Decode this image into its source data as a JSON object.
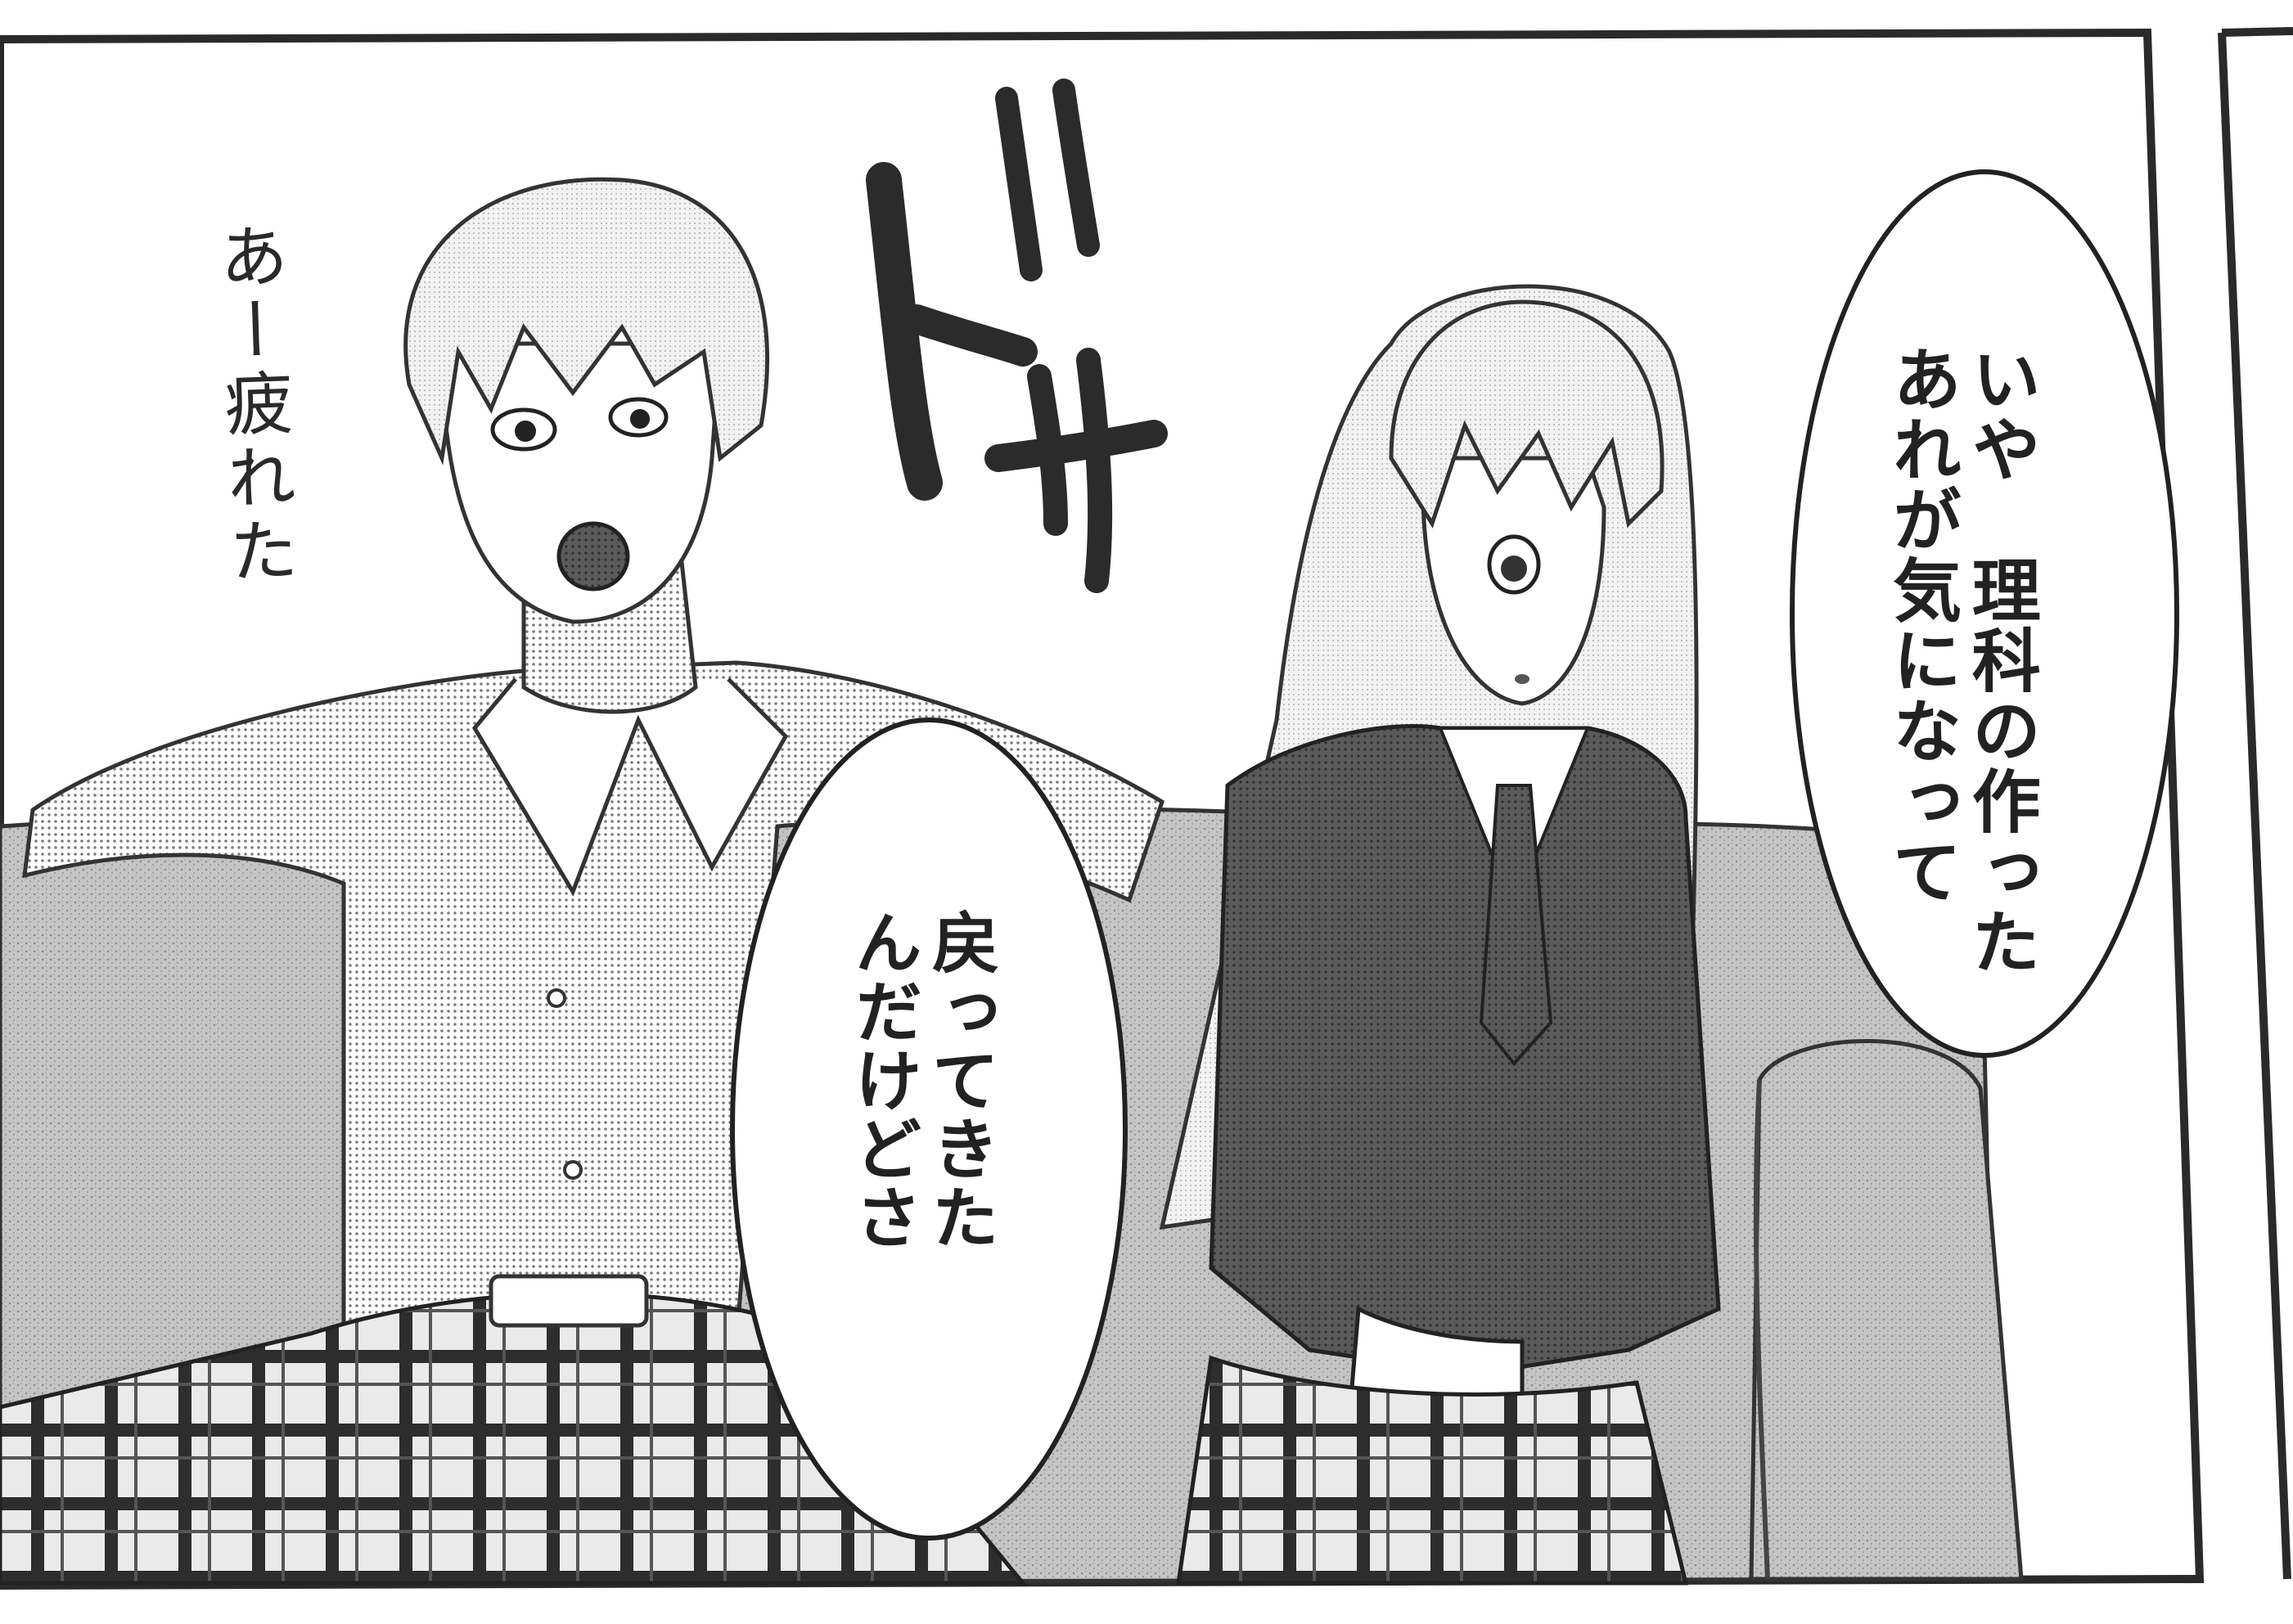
{
  "scene": {
    "speech_right": "いや　理科の作った\nあれが気になって",
    "speech_center": "戻ってきた\nんだけどさ",
    "handwritten_aside": "あー疲れた",
    "sound_effect": "ドサ"
  },
  "colors": {
    "ink": "#222222",
    "screentone_dark": "#4a4a4a",
    "screentone_light": "#c9c9c9",
    "paper": "#ffffff"
  }
}
